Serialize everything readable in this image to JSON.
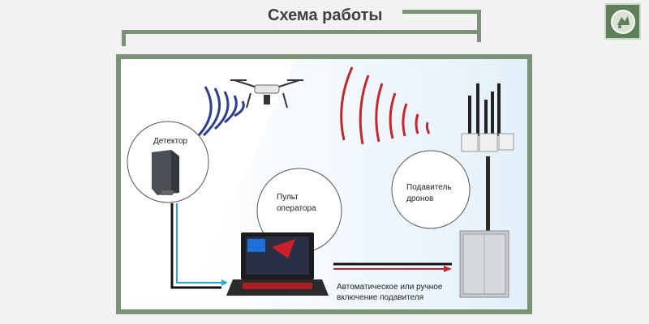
{
  "header": {
    "title": "Схема работы"
  },
  "logo": {
    "icon": "organization-logo-icon"
  },
  "diagram": {
    "detector_label": "Детектор",
    "remote_label": "Пульт оператора",
    "suppressor_label": "Подавитель дронов",
    "link_label": "Автоматическое или ручное включение подавителя"
  },
  "colors": {
    "frame": "#7a9276",
    "signal_detect": "#2d3f8f",
    "signal_jam": "#c0282e",
    "link_line": "#2aa7d9"
  }
}
